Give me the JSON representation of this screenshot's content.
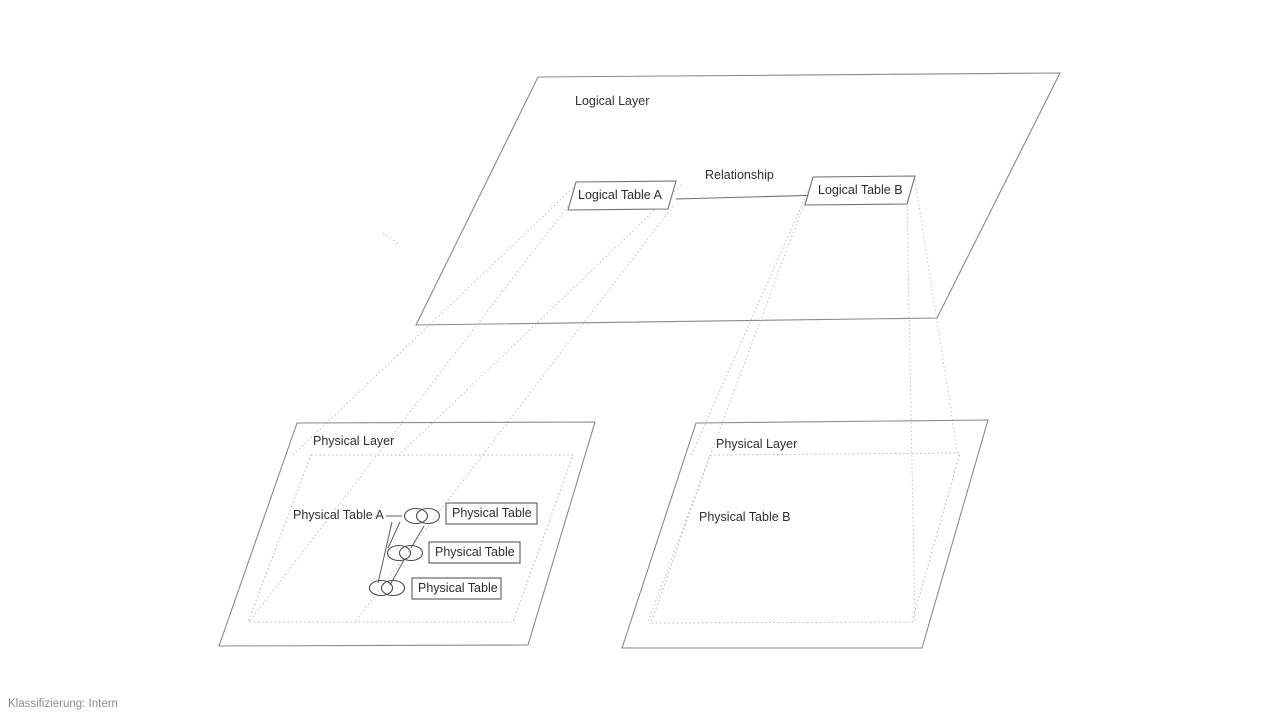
{
  "diagram": {
    "title_note": "Klassifizierung: Intern",
    "logical_layer": {
      "label": "Logical Layer",
      "tables": [
        {
          "label": "Logical Table A"
        },
        {
          "label": "Logical Table B"
        }
      ],
      "relationship_label": "Relationship"
    },
    "physical_layer_left": {
      "label": "Physical Layer",
      "root_table": "Physical Table A",
      "joined_tables": [
        {
          "label": "Physical Table"
        },
        {
          "label": "Physical Table"
        },
        {
          "label": "Physical Table"
        }
      ],
      "join_icon_name": "join-venn-icon"
    },
    "physical_layer_right": {
      "label": "Physical Layer",
      "root_table": "Physical Table B"
    },
    "colors": {
      "plane_stroke": "#8a8a8a",
      "inner_plane_stroke": "#b9b9b9",
      "projection_stroke": "#c2c2c2",
      "box_stroke": "#6f6f6f",
      "text": "#2f2f2f",
      "footer_text": "#8c8c8c",
      "background": "#ffffff"
    }
  }
}
